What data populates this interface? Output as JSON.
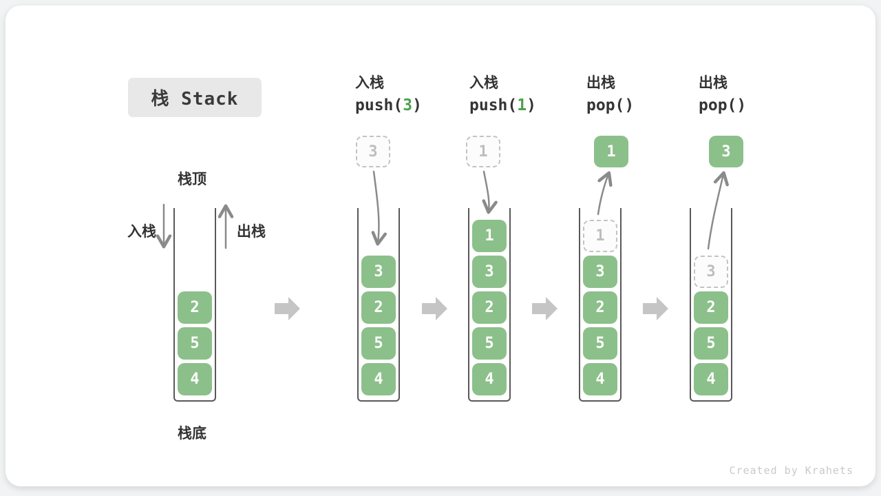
{
  "title": "栈 Stack",
  "footer": "Created by Krahets",
  "side_labels": {
    "stack_top": "栈顶",
    "stack_bottom": "栈底",
    "push": "入栈",
    "pop": "出栈"
  },
  "colors": {
    "item_green": "#8cc08a",
    "code_green": "#4da04d",
    "ghost_gray": "#c3c3c3",
    "arrow_gray": "#8a8a8a",
    "block_arrow_gray": "#c5c5c5",
    "title_bg": "#e8e8e8"
  },
  "columns": [
    {
      "name": "initial",
      "stack": [
        "2",
        "5",
        "4"
      ]
    },
    {
      "name": "push-3",
      "op_cn": "入栈",
      "op_pre": "push(",
      "op_arg": "3",
      "op_post": ")",
      "floating": "3",
      "stack": [
        "3",
        "2",
        "5",
        "4"
      ]
    },
    {
      "name": "push-1",
      "op_cn": "入栈",
      "op_pre": "push(",
      "op_arg": "1",
      "op_post": ")",
      "floating": "1",
      "stack": [
        "1",
        "3",
        "2",
        "5",
        "4"
      ]
    },
    {
      "name": "pop-1",
      "op_cn": "出栈",
      "op_pre": "pop(",
      "op_arg": "",
      "op_post": ")",
      "floating": "1",
      "ghost": "1",
      "stack": [
        "3",
        "2",
        "5",
        "4"
      ]
    },
    {
      "name": "pop-3",
      "op_cn": "出栈",
      "op_pre": "pop(",
      "op_arg": "",
      "op_post": ")",
      "floating": "3",
      "ghost": "3",
      "stack": [
        "2",
        "5",
        "4"
      ]
    }
  ]
}
